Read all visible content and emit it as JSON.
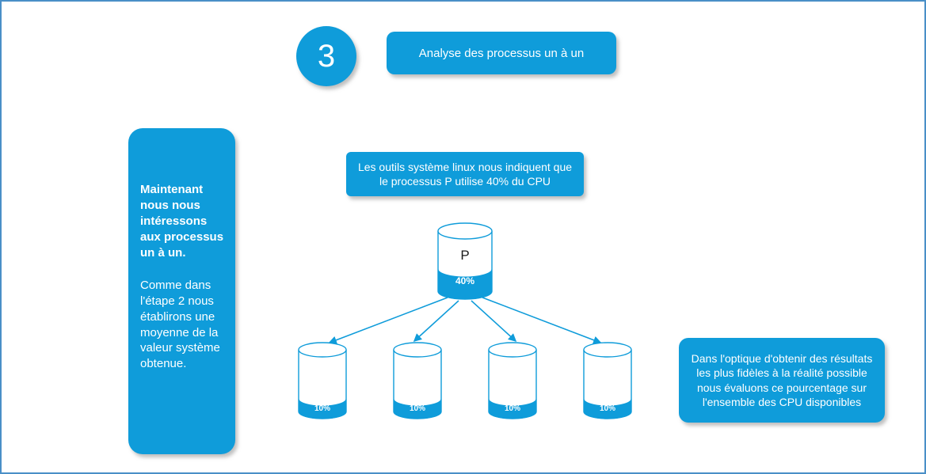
{
  "header": {
    "step_number": "3",
    "title": "Analyse des processus un à un"
  },
  "left_panel": {
    "intro": "Maintenant nous nous intéressons aux processus un à un.",
    "body": "Comme dans l'étape 2 nous établirons une moyenne de la valeur système obtenue."
  },
  "info_box": {
    "text": "Les outils système linux nous indiquent que le processus P utilise 40% du CPU"
  },
  "process": {
    "label": "P",
    "usage": "40%"
  },
  "cpus": [
    {
      "value": "10%"
    },
    {
      "value": "10%"
    },
    {
      "value": "10%"
    },
    {
      "value": "10%"
    }
  ],
  "note_box": {
    "text": "Dans l'optique d'obtenir des résultats les plus fidèles à la réalité possible nous évaluons ce pourcentage sur l'ensemble des CPU disponibles"
  },
  "colors": {
    "accent": "#0f9cda",
    "frame": "#4a8fc7"
  }
}
